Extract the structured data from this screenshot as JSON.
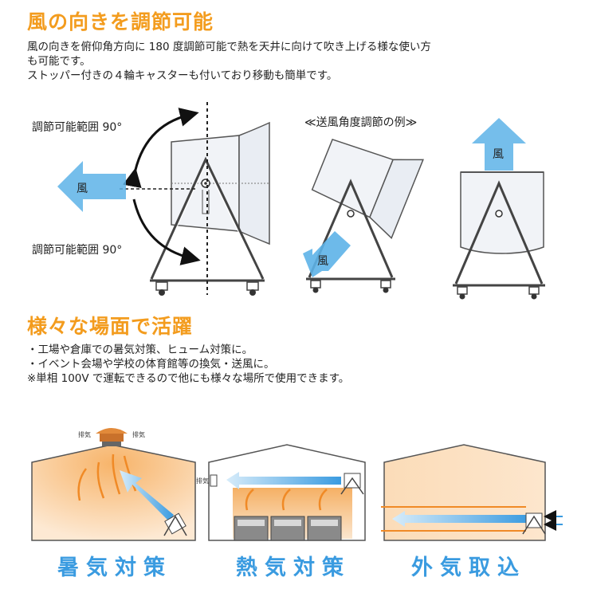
{
  "section1": {
    "title": "風の向きを調節可能",
    "lines": [
      "風の向きを俯仰角方向に 180 度調節可能で熱を天井に向けて吹き上げる様な使い方",
      "も可能です。",
      "ストッパー付きの４輪キャスターも付いており移動も簡単です。"
    ],
    "range_up": "調節可能範囲 90°",
    "range_down": "調節可能範囲 90°",
    "wind": "風",
    "example_title": "≪送風角度調節の例≫",
    "wind_tilt": "風",
    "wind_up": "風"
  },
  "section2": {
    "title": "様々な場面で活躍",
    "lines": [
      "・工場や倉庫での暑気対策、ヒューム対策に。",
      "・イベント会場や学校の体育館等の換気・送風に。",
      "※単相 100V で運転できるので他にも様々な場所で使用できます。"
    ],
    "exhaust_left": "排気",
    "exhaust_right": "排気",
    "exhaust_side": "排気"
  },
  "captions": [
    "暑気対策",
    "熱気対策",
    "外気取込"
  ],
  "colors": {
    "accent": "#f39c1e",
    "caption": "#3a9be0",
    "arrow": "#5db3e8"
  }
}
